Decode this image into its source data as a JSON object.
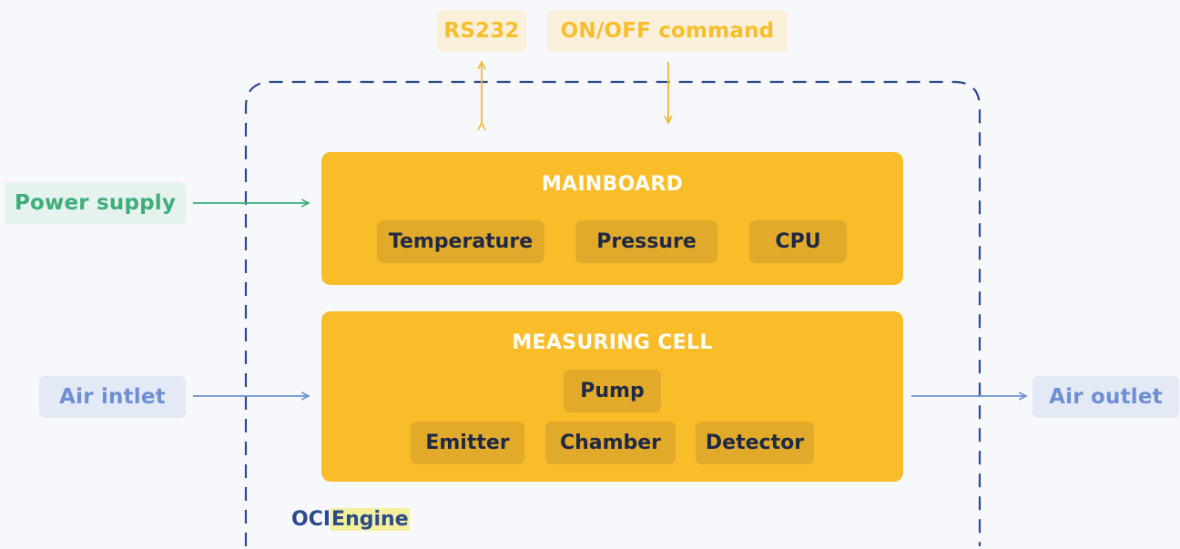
{
  "external": {
    "rs232": "RS232",
    "onoff": "ON/OFF command",
    "power": "Power supply",
    "air_inlet": "Air intlet",
    "air_outlet": "Air outlet"
  },
  "mainboard": {
    "title": "MAINBOARD",
    "components": [
      "Temperature",
      "Pressure",
      "CPU"
    ]
  },
  "measuring_cell": {
    "title": "MEASURING CELL",
    "components": [
      "Pump",
      "Emitter",
      "Chamber",
      "Detector"
    ]
  },
  "brand": {
    "part1": "OCI",
    "part2": "Engine"
  },
  "colors": {
    "block": "#f8bd29",
    "chip": "#e1aa2a",
    "boundary": "#2b4a8b",
    "signal_arrow": "#f5b731",
    "power_arrow": "#3dad79",
    "air_arrow": "#6d8fd3"
  }
}
